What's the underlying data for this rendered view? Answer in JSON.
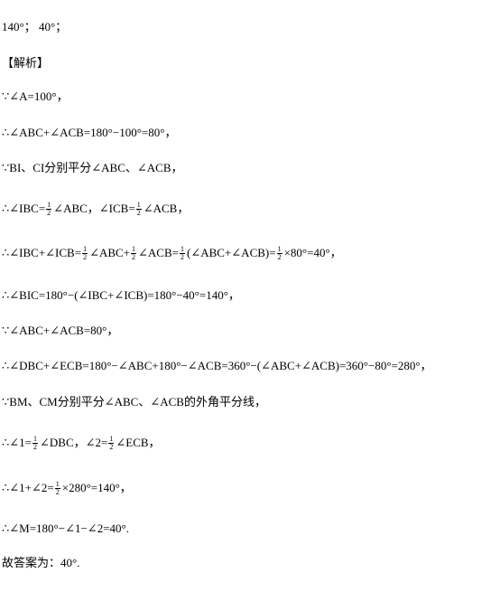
{
  "lines": [
    {
      "id": "answer-line",
      "segments": [
        {
          "t": "140°； 40°；"
        }
      ]
    },
    {
      "id": "analysis-heading",
      "segments": [
        {
          "t": "【解析】"
        }
      ]
    },
    {
      "id": "step-1",
      "segments": [
        {
          "t": "∵∠A=100°，"
        }
      ]
    },
    {
      "id": "step-2",
      "segments": [
        {
          "t": "∴∠ABC+∠ACB=180°−100°=80°，"
        }
      ]
    },
    {
      "id": "step-3",
      "segments": [
        {
          "t": "∵BI、CI分别平分∠ABC、∠ACB，"
        }
      ]
    },
    {
      "id": "step-4",
      "segments": [
        {
          "t": "∴∠IBC="
        },
        {
          "n": "1",
          "d": "2"
        },
        {
          "t": "∠ABC，∠ICB="
        },
        {
          "n": "1",
          "d": "2"
        },
        {
          "t": "∠ACB，"
        }
      ]
    },
    {
      "id": "step-5",
      "segments": [
        {
          "t": "∴∠IBC+∠ICB="
        },
        {
          "n": "1",
          "d": "2"
        },
        {
          "t": "∠ABC+"
        },
        {
          "n": "1",
          "d": "2"
        },
        {
          "t": "∠ACB="
        },
        {
          "n": "1",
          "d": "2"
        },
        {
          "t": "(∠ABC+∠ACB)="
        },
        {
          "n": "1",
          "d": "2"
        },
        {
          "t": "×80°=40°，"
        }
      ]
    },
    {
      "id": "step-6",
      "segments": [
        {
          "t": "∴∠BIC=180°−(∠IBC+∠ICB)=180°−40°=140°，"
        }
      ]
    },
    {
      "id": "step-7",
      "segments": [
        {
          "t": "∵∠ABC+∠ACB=80°，"
        }
      ]
    },
    {
      "id": "step-8",
      "segments": [
        {
          "t": "∴∠DBC+∠ECB=180°−∠ABC+180°−∠ACB=360°−(∠ABC+∠ACB)=360°−80°=280°，"
        }
      ]
    },
    {
      "id": "step-9",
      "segments": [
        {
          "t": "∵BM、CM分别平分∠ABC、∠ACB的外角平分线，"
        }
      ]
    },
    {
      "id": "step-10",
      "segments": [
        {
          "t": "∴∠1="
        },
        {
          "n": "1",
          "d": "2"
        },
        {
          "t": "∠DBC，∠2="
        },
        {
          "n": "1",
          "d": "2"
        },
        {
          "t": "∠ECB，"
        }
      ]
    },
    {
      "id": "step-11",
      "segments": [
        {
          "t": "∴∠1+∠2="
        },
        {
          "n": "1",
          "d": "2"
        },
        {
          "t": "×280°=140°，"
        }
      ]
    },
    {
      "id": "step-12",
      "segments": [
        {
          "t": "∴∠M=180°−∠1−∠2=40°."
        }
      ]
    },
    {
      "id": "conclusion",
      "segments": [
        {
          "t": "故答案为：40°."
        }
      ]
    }
  ]
}
